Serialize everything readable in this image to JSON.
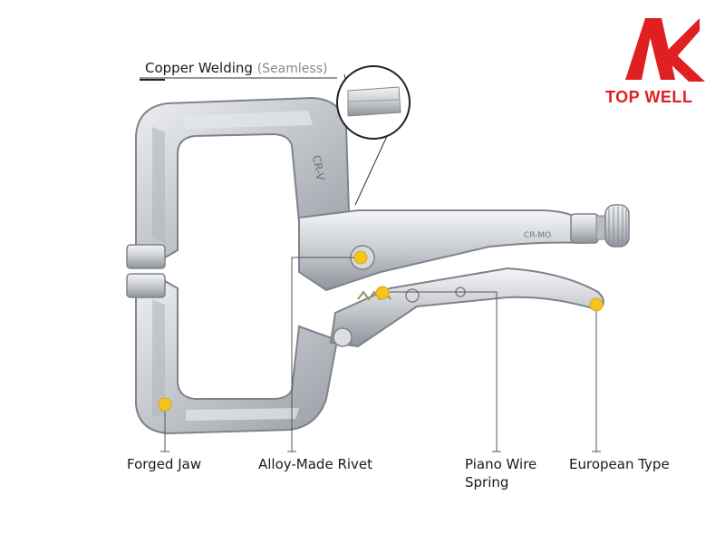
{
  "brand": {
    "name": "TOP WELL",
    "color": "#e02020"
  },
  "callout": {
    "title": "Copper Welding",
    "subtitle": "(Seamless)"
  },
  "labels": {
    "forged_jaw": "Forged Jaw",
    "rivet": "Alloy-Made Rivet",
    "spring_line1": "Piano Wire",
    "spring_line2": "Spring",
    "european": "European Type"
  },
  "tool_markings": {
    "frame": "CR-V",
    "handle": "CR-MO"
  },
  "colors": {
    "marker": "#f4c41f",
    "metal": "#c9ccd1",
    "metal_dark": "#8e9299",
    "leader": "#555555"
  }
}
